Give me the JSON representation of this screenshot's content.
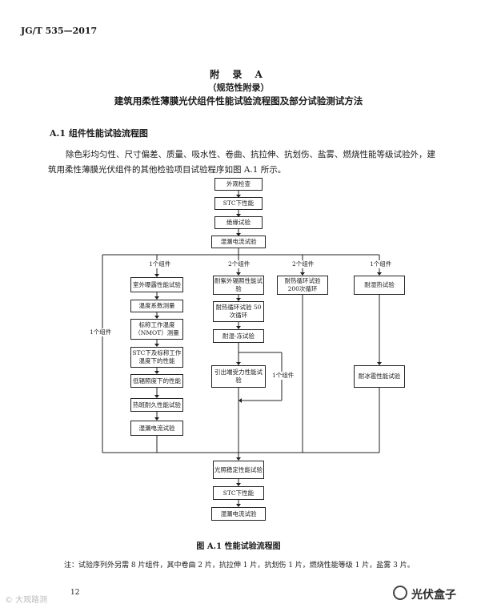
{
  "header": {
    "standard": "JG/T 535—2017"
  },
  "title": {
    "line1": "附 录 A",
    "line2": "（规范性附录）",
    "line3": "建筑用柔性薄膜光伏组件性能试验流程图及部分试验测试方法"
  },
  "section": {
    "heading": "A.1   组件性能试验流程图"
  },
  "body": {
    "paragraph": "除色彩均匀性、尺寸偏差、质量、吸水性、卷曲、抗拉伸、抗划伤、盐雾、燃烧性能等级试验外，建筑用柔性薄膜光伏组件的其他检验项目试验程序如图 A.1 所示。"
  },
  "flowchart": {
    "top": [
      "外观检查",
      "STC下性能",
      "绝缘试验",
      "湿漏电流试验"
    ],
    "branch_left": {
      "label": "1个组件",
      "steps": [
        "室外曝露性能试验",
        "温度系数测量",
        "标称工作温度（NMOT）测量",
        "STC下及标称工作温度下的性能",
        "低辐照度下的性能",
        "热斑耐久性能试验",
        "湿漏电流试验"
      ]
    },
    "branch_mid": {
      "label": "2个组件",
      "steps": [
        "耐紫外辐照性能试验",
        "耐热循环试验 50次循环",
        "耐湿-冻试验",
        "引出端受力性能试验"
      ],
      "side_label": "1个组件"
    },
    "branch_right1": {
      "label": "2个组件",
      "steps": [
        "耐热循环试验 200次循环"
      ]
    },
    "branch_right2": {
      "label": "1个组件",
      "steps": [
        "耐湿热试验",
        "耐冰雹性能试验"
      ]
    },
    "bypass_label": "1个组件",
    "bottom": [
      "光照稳定性能试验",
      "STC下性能",
      "湿漏电流试验"
    ]
  },
  "caption": "图 A.1   性能试验流程图",
  "note": "注：试验序列外另需 8 片组件，其中卷曲 2 片，抗拉伸 1 片，抗划伤 1 片，燃烧性能等级 1 片，盐雾 3 片。",
  "page_number": "12",
  "watermarks": {
    "left": "© 大观路测",
    "right": "光伏盒子"
  }
}
